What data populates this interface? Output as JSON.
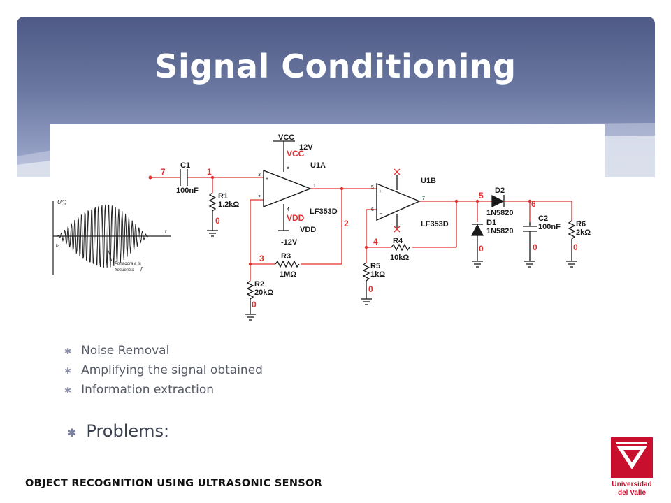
{
  "slide": {
    "title": "Signal Conditioning",
    "footer": "OBJECT RECOGNITION USING ULTRASONIC SENSOR"
  },
  "bullets": [
    "Noise Removal",
    "Amplifying the signal obtained",
    "Information extraction"
  ],
  "problems_label": "Problems:",
  "logo": {
    "line1": "Universidad",
    "line2": "del Valle"
  },
  "colors": {
    "banner": "#5b6690",
    "wire": "#e03030",
    "circuit": "#1a1a1a",
    "logo": "#c8102e"
  },
  "circuit": {
    "supply_top": "VCC",
    "supply_top_value": "12V",
    "vcc_pin": "VCC",
    "vdd_pin": "VDD",
    "supply_bottom": "VDD",
    "supply_bottom_value": "-12V",
    "opamp1": "U1A",
    "opamp1_model": "LF353D",
    "opamp2": "U1B",
    "opamp2_model": "LF353D",
    "c1": "C1",
    "c1_value": "100nF",
    "r1": "R1",
    "r1_value": "1.2kΩ",
    "r2": "R2",
    "r2_value": "20kΩ",
    "r3": "R3",
    "r3_value": "1MΩ",
    "r4": "R4",
    "r4_value": "10kΩ",
    "r5": "R5",
    "r5_value": "1kΩ",
    "r6": "R6",
    "r6_value": "2kΩ",
    "c2": "C2",
    "c2_value": "100nF",
    "d1": "D1",
    "d1_value": "1N5820",
    "d2": "D2",
    "d2_value": "1N5820",
    "node_7": "7",
    "node_1": "1",
    "node_2": "2",
    "node_3": "3",
    "node_4": "4",
    "node_5": "5",
    "node_6": "6",
    "gnd_r1": "0",
    "gnd_r2": "0",
    "gnd_r5": "0",
    "gnd_d1": "0",
    "gnd_c2": "0",
    "gnd_r6": "0",
    "pin_u1a_plus": "3",
    "pin_u1a_minus": "2",
    "pin_u1a_out": "1",
    "pin_u1a_v": "8",
    "pin_u1a_g": "4",
    "pin_u1b_plus": "5",
    "pin_u1b_minus": "6",
    "pin_u1b_out": "7"
  },
  "waveform": {
    "y_axis": "U(t)",
    "x_axis": "t",
    "t0": "t₀",
    "caption1": "Portadora a la",
    "caption2": "frecuencia",
    "caption_f": "f"
  }
}
